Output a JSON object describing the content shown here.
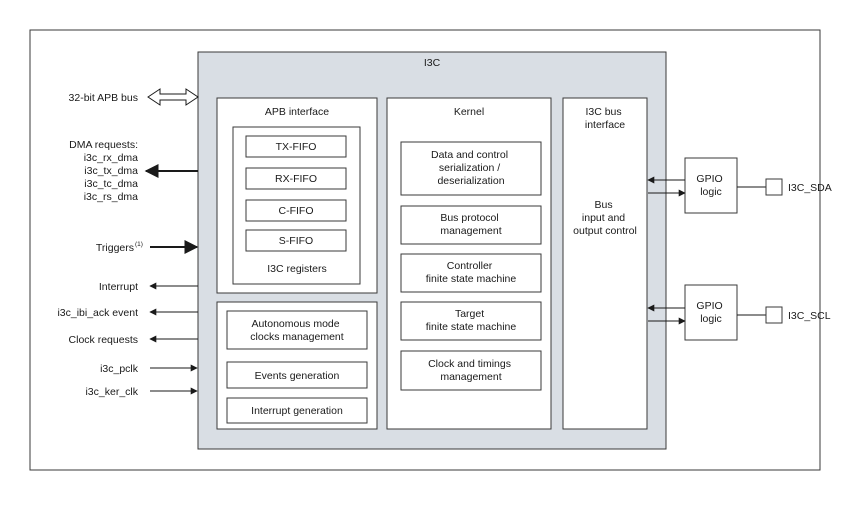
{
  "block": {
    "title": "I3C",
    "apb_interface": {
      "title": "APB interface",
      "fifos": [
        "TX-FIFO",
        "RX-FIFO",
        "C-FIFO",
        "S-FIFO"
      ],
      "registers_label": "I3C registers"
    },
    "misc_blocks": [
      "Autonomous mode clocks management",
      "Events generation",
      "Interrupt generation"
    ],
    "kernel": {
      "title": "Kernel",
      "blocks": [
        "Data and control serialization / deserialization",
        "Bus protocol management",
        "Controller finite state machine",
        "Target finite state machine",
        "Clock and timings management"
      ]
    },
    "bus_interface": {
      "title_line1": "I3C bus",
      "title_line2": "interface",
      "content_line1": "Bus",
      "content_line2": "input and",
      "content_line3": "output control"
    }
  },
  "gpio": [
    {
      "line1": "GPIO",
      "line2": "logic",
      "pin": "I3C_SDA"
    },
    {
      "line1": "GPIO",
      "line2": "logic",
      "pin": "I3C_SCL"
    }
  ],
  "signals": {
    "apb_bus": "32-bit APB bus",
    "dma_title": "DMA requests:",
    "dma_list": [
      "i3c_rx_dma",
      "i3c_tx_dma",
      "i3c_tc_dma",
      "i3c_rs_dma"
    ],
    "triggers": "Triggers",
    "triggers_note": "(1)",
    "interrupt": "Interrupt",
    "ibi_ack": "i3c_ibi_ack event",
    "clock_requests": "Clock requests",
    "pclk": "i3c_pclk",
    "ker_clk": "i3c_ker_clk"
  }
}
